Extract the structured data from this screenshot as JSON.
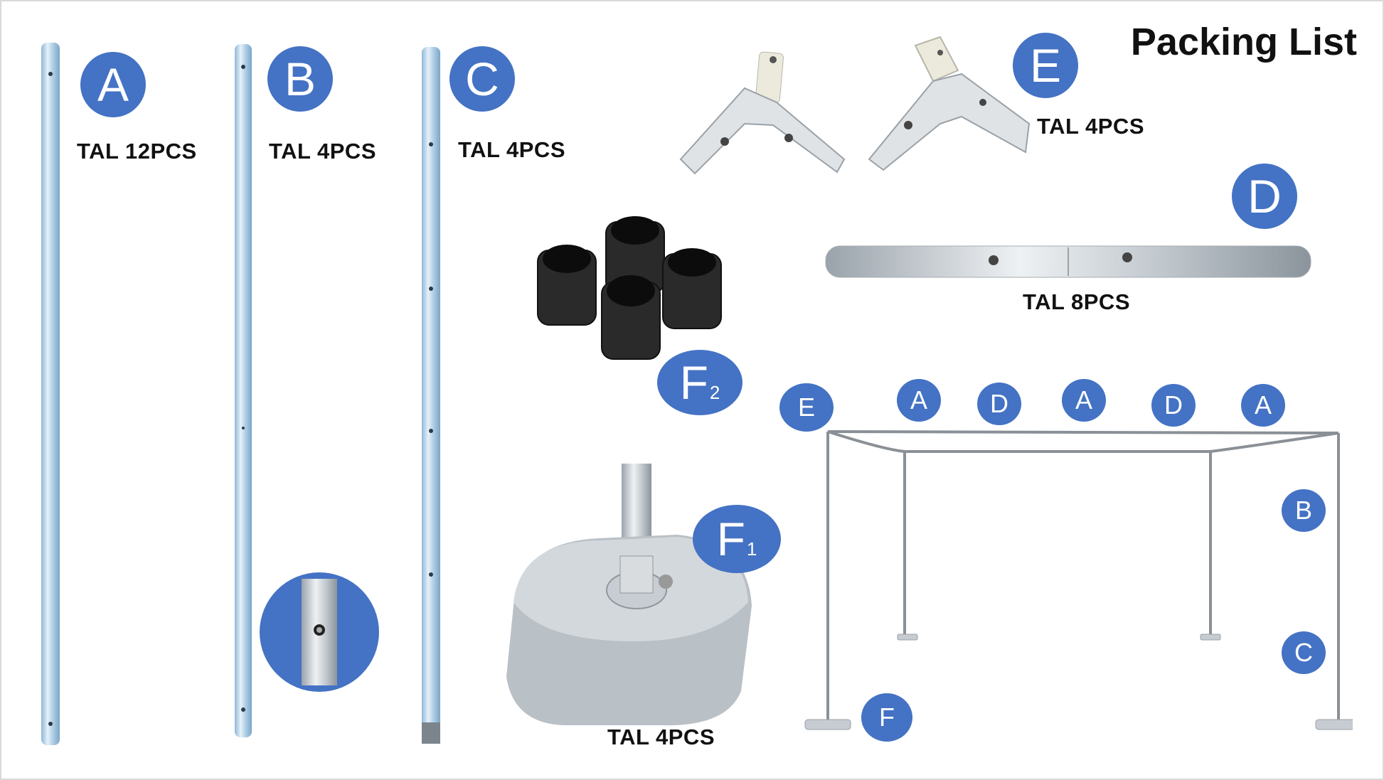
{
  "title": "Packing List",
  "accent_color": "#4472c4",
  "parts": [
    {
      "id": "A",
      "label": "A",
      "quantity": "TAL 12PCS"
    },
    {
      "id": "B",
      "label": "B",
      "quantity": "TAL 4PCS"
    },
    {
      "id": "C",
      "label": "C",
      "quantity": "TAL 4PCS"
    },
    {
      "id": "E",
      "label": "E",
      "quantity": "TAL 4PCS"
    },
    {
      "id": "D",
      "label": "D",
      "quantity": "TAL 8PCS"
    },
    {
      "id": "F2",
      "label": "F",
      "sub": "2"
    },
    {
      "id": "F1",
      "label": "F",
      "sub": "1",
      "quantity": "TAL 4PCS"
    }
  ],
  "assembly_labels": {
    "e": "E",
    "a1": "A",
    "d1": "D",
    "a2": "A",
    "d2": "D",
    "a3": "A",
    "b": "B",
    "c": "C",
    "f": "F"
  }
}
